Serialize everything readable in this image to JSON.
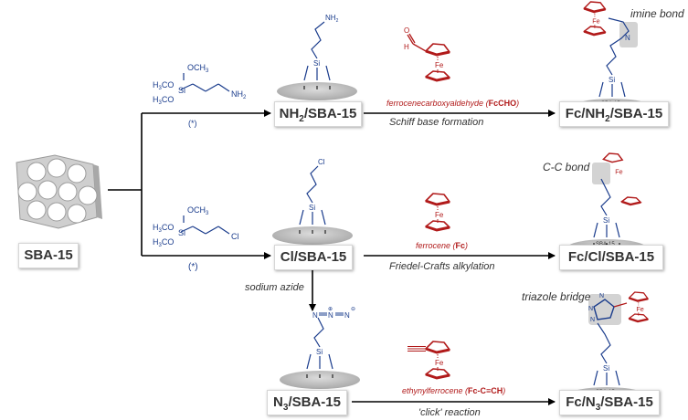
{
  "nodes": {
    "sba15": "SBA-15",
    "nh2": {
      "main": "NH",
      "sub": "2",
      "tail": "/SBA-15"
    },
    "cl": "Cl/SBA-15",
    "n3": {
      "main": "N",
      "sub": "3",
      "tail": "/SBA-15"
    },
    "fc_nh2": {
      "main": "Fc/NH",
      "sub": "2",
      "tail": "/SBA-15"
    },
    "fc_cl": "Fc/Cl/SBA-15",
    "fc_n3": {
      "main": "Fc/N",
      "sub": "3",
      "tail": "/SBA-15"
    }
  },
  "reagents": {
    "fcCHO": {
      "name": "ferrocenecarboxyaldehyde (",
      "abbr": "FcCHO",
      "close": ")"
    },
    "fc": {
      "name": "ferrocene (",
      "abbr": "Fc",
      "close": ")"
    },
    "ethynyl": {
      "name": "ethynylferrocene (",
      "abbr": "Fc-C≡CH",
      "close": ")"
    }
  },
  "conditions": {
    "schiff": "Schiff base formation",
    "friedel": "Friedel-Crafts alkylation",
    "click": "'click' reaction",
    "azide": "sodium azide"
  },
  "notes": {
    "imine": "imine bond",
    "cc": "C-C bond",
    "triazole": "triazole bridge"
  },
  "silane_marker": "(*)",
  "chem": {
    "fe": "Fe",
    "si": "Si",
    "o": "O",
    "nh2_main": "NH",
    "nh2_sub": "2",
    "cl_atom": "Cl",
    "n_atom": "N",
    "och3_main": "OCH",
    "och3_sub": "3",
    "h3co_a": "H",
    "h3co_b": "3",
    "h3co_c": "CO",
    "surface": "SBA-15",
    "h_atom": "H",
    "o_atom": "O",
    "plus": "⊕",
    "minus": "⊖"
  },
  "colors": {
    "ferrocene": "#b11a1a",
    "silane": "#1a3c8c",
    "line": "#000000",
    "surface": "#b7b7b7",
    "highlight": "#c8c8c8"
  }
}
